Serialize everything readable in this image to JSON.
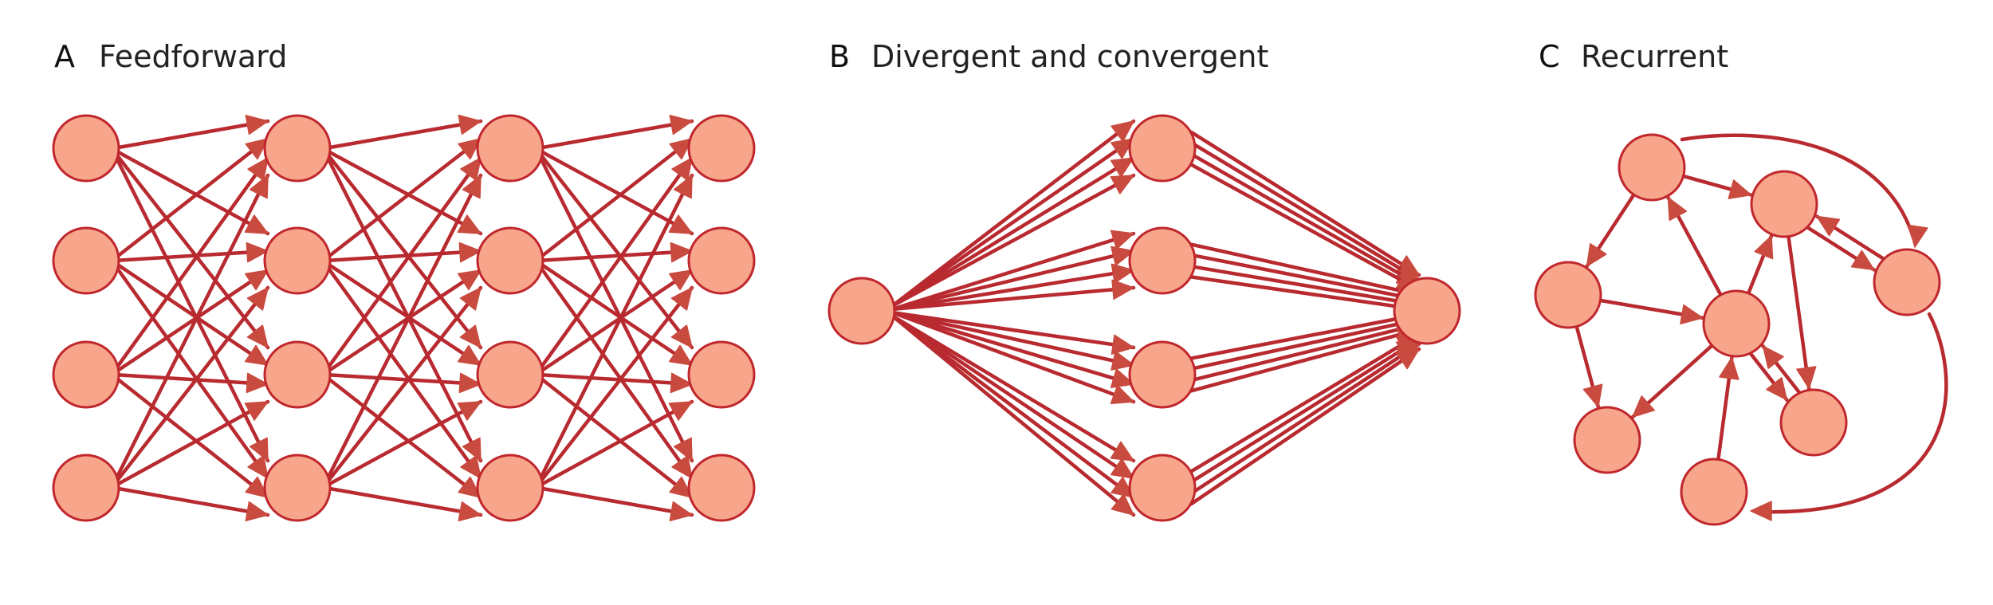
{
  "colors": {
    "node_fill": "#f7a58b",
    "node_stroke": "#c0272d",
    "edge": "#b82a2f",
    "arrow": "#c94a3e",
    "text": "#222222"
  },
  "panels": [
    {
      "id": "feedforward",
      "letter": "A",
      "title": "Feedforward"
    },
    {
      "id": "divergent-convergent",
      "letter": "B",
      "title": "Divergent and convergent"
    },
    {
      "id": "recurrent",
      "letter": "C",
      "title": "Recurrent"
    }
  ]
}
